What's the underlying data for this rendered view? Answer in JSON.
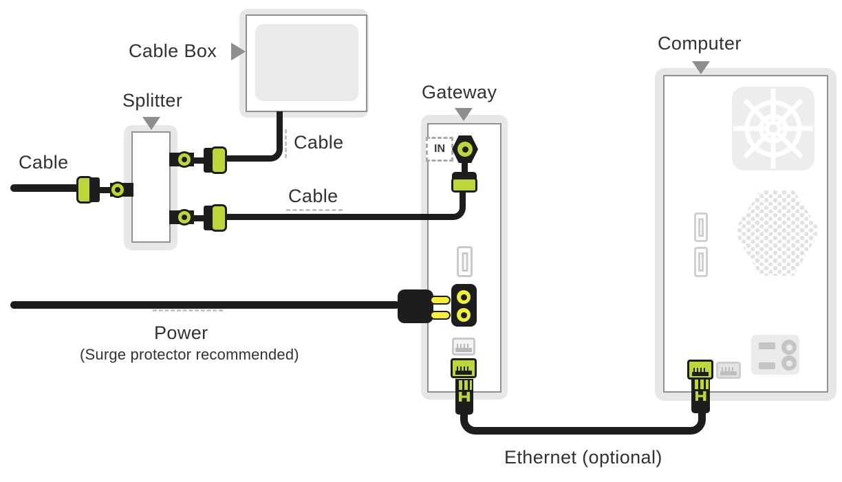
{
  "labels": {
    "cable_box": "Cable Box",
    "splitter": "Splitter",
    "cable_incoming": "Cable",
    "cable_to_cable_box": "Cable",
    "cable_to_gateway": "Cable",
    "gateway": "Gateway",
    "computer": "Computer",
    "power": "Power",
    "power_note": "(Surge protector recommended)",
    "ethernet": "Ethernet (optional)",
    "gateway_in_port": "IN"
  },
  "colors": {
    "connector_green": "#bcd73c",
    "power_yellow": "#f2ee3e",
    "cable_black": "#1d1d1b",
    "box_border": "#8f9092",
    "box_glow": "#e7e7e7",
    "panel_gray": "#eaeaea",
    "detail_gray": "#c9c9c9",
    "arrow_gray": "#8d8e90",
    "dash_gray": "#c3c3c3",
    "text": "#303137"
  }
}
